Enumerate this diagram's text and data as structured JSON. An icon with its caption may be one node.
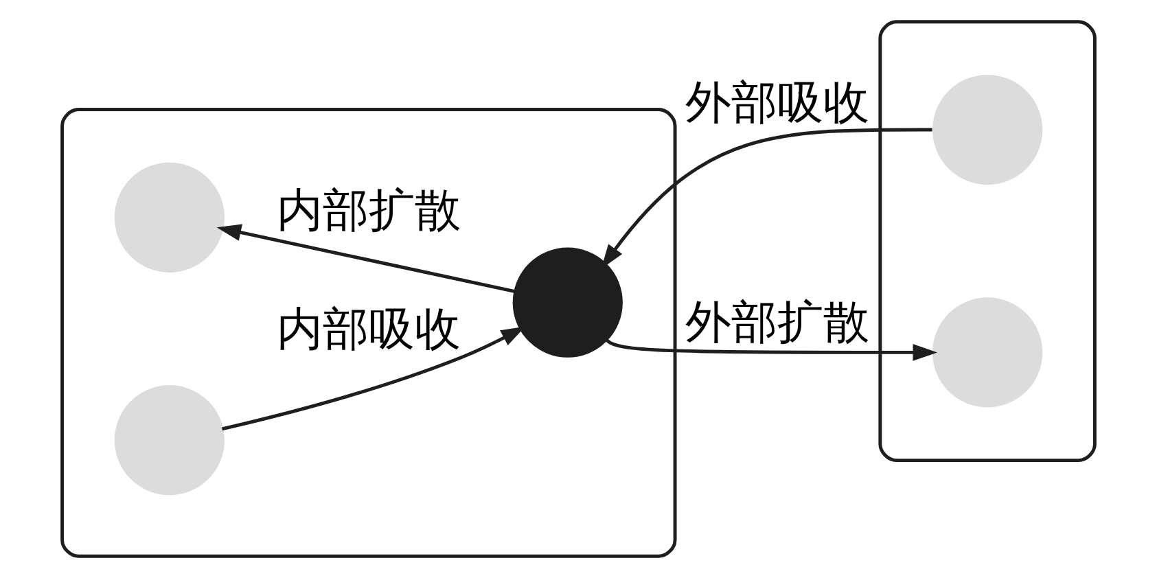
{
  "diagram": {
    "nodes": [
      {
        "text": [],
        "shape": "ellipse"
      },
      {
        "text": [],
        "shape": "circle",
        "in": 0
      },
      {
        "text": [],
        "shape": "circle",
        "in": 0
      },
      {
        "text": [],
        "shape": "circle",
        "in": 0
      },
      {
        "text": [],
        "shape": "ellipse"
      },
      {
        "text": [],
        "shape": "circle",
        "in": 4
      },
      {
        "text": [],
        "shape": "circle",
        "in": 4
      }
    ],
    "edges": [
      {
        "from": 3,
        "to": 1,
        "arrow": "to",
        "label": "内部扩散"
      },
      {
        "from": 2,
        "to": 3,
        "arrow": "to",
        "label": "内部吸收"
      },
      {
        "from": 3,
        "to": 6,
        "arrow": "to",
        "label": "外部扩散"
      },
      {
        "from": 5,
        "to": 3,
        "arrow": "to",
        "label": "外部吸收"
      }
    ]
  }
}
